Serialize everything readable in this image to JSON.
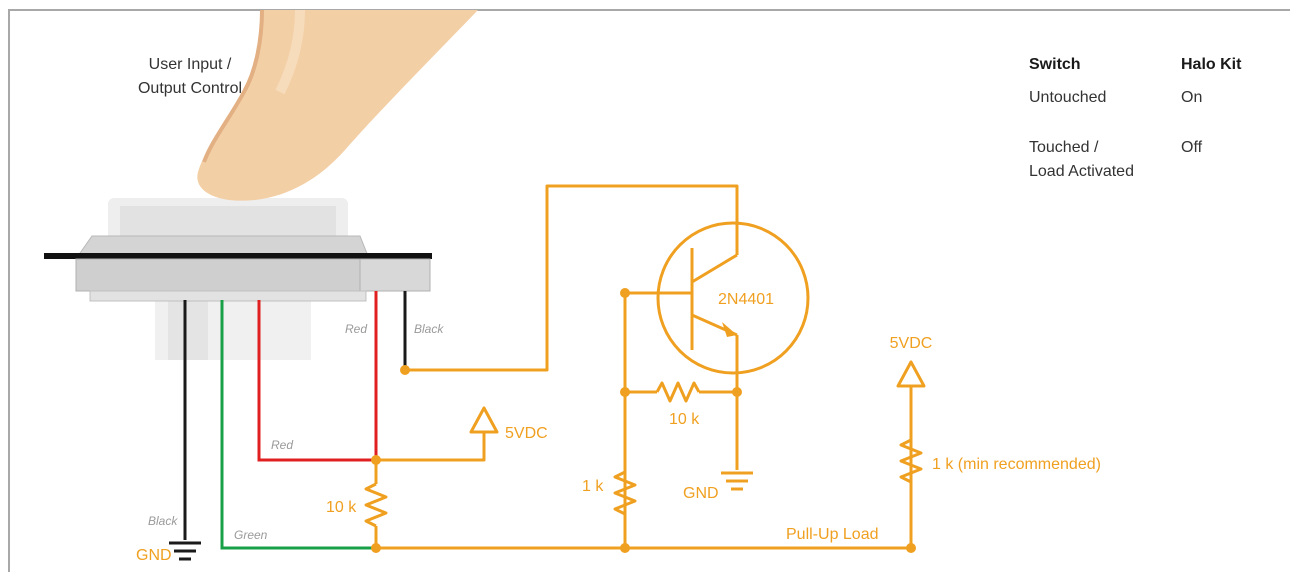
{
  "colors": {
    "circuit": "#f0a020",
    "wire_black": "#1a1a1a",
    "wire_red": "#e02020",
    "wire_green": "#18a048",
    "frame": "#a8a8a8",
    "finger": "#f0c9a0"
  },
  "caption": {
    "line1": "User Input /",
    "line2": "Output Control"
  },
  "table": {
    "headers": [
      "Switch",
      "Halo Kit"
    ],
    "rows": [
      {
        "switch_lines": [
          "Untouched"
        ],
        "halo": "On"
      },
      {
        "switch_lines": [
          "Touched /",
          "Load Activated"
        ],
        "halo": "Off"
      }
    ]
  },
  "wire_labels": {
    "red_top": "Red",
    "black_top": "Black",
    "red_mid": "Red",
    "black_bottom": "Black",
    "green_bottom": "Green"
  },
  "circuit_labels": {
    "transistor": "2N4401",
    "supply_mid": "5VDC",
    "supply_right": "5VDC",
    "r_base": "10 k",
    "r_pulldown": "1 k",
    "r_switch": "10 k",
    "r_load": "1 k  (min recommended)",
    "gnd_left": "GND",
    "gnd_mid": "GND",
    "load": "Pull-Up Load"
  },
  "icons": [
    "finger-icon",
    "switch-icon",
    "npn-transistor-icon",
    "ground-icon",
    "supply-arrow-icon",
    "resistor-icon"
  ]
}
